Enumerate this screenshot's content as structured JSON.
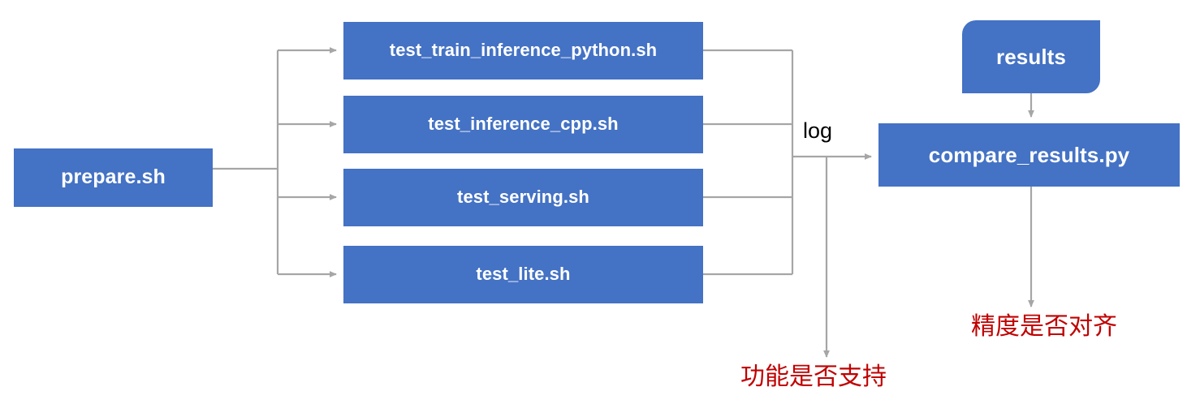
{
  "diagram": {
    "type": "flowchart",
    "title": "",
    "colors": {
      "node_fill": "#4472C4",
      "node_text": "#FFFFFF",
      "connector": "#A6A6A6",
      "note_text": "#C00000",
      "background": "#FFFFFF"
    },
    "entry": {
      "id": "prepare",
      "label": "prepare.sh"
    },
    "test_scripts": [
      {
        "id": "test_train_inference_python",
        "label": "test_train_inference_python.sh"
      },
      {
        "id": "test_inference_cpp",
        "label": "test_inference_cpp.sh"
      },
      {
        "id": "test_serving",
        "label": "test_serving.sh"
      },
      {
        "id": "test_lite",
        "label": "test_lite.sh"
      }
    ],
    "results_node": {
      "id": "results",
      "label": "results"
    },
    "compare_node": {
      "id": "compare_results",
      "label": "compare_results.py"
    },
    "edge_labels": {
      "log": "log"
    },
    "notes": [
      {
        "id": "function-support",
        "label": "功能是否支持"
      },
      {
        "id": "precision-aligned",
        "label": "精度是否对齐"
      }
    ]
  }
}
